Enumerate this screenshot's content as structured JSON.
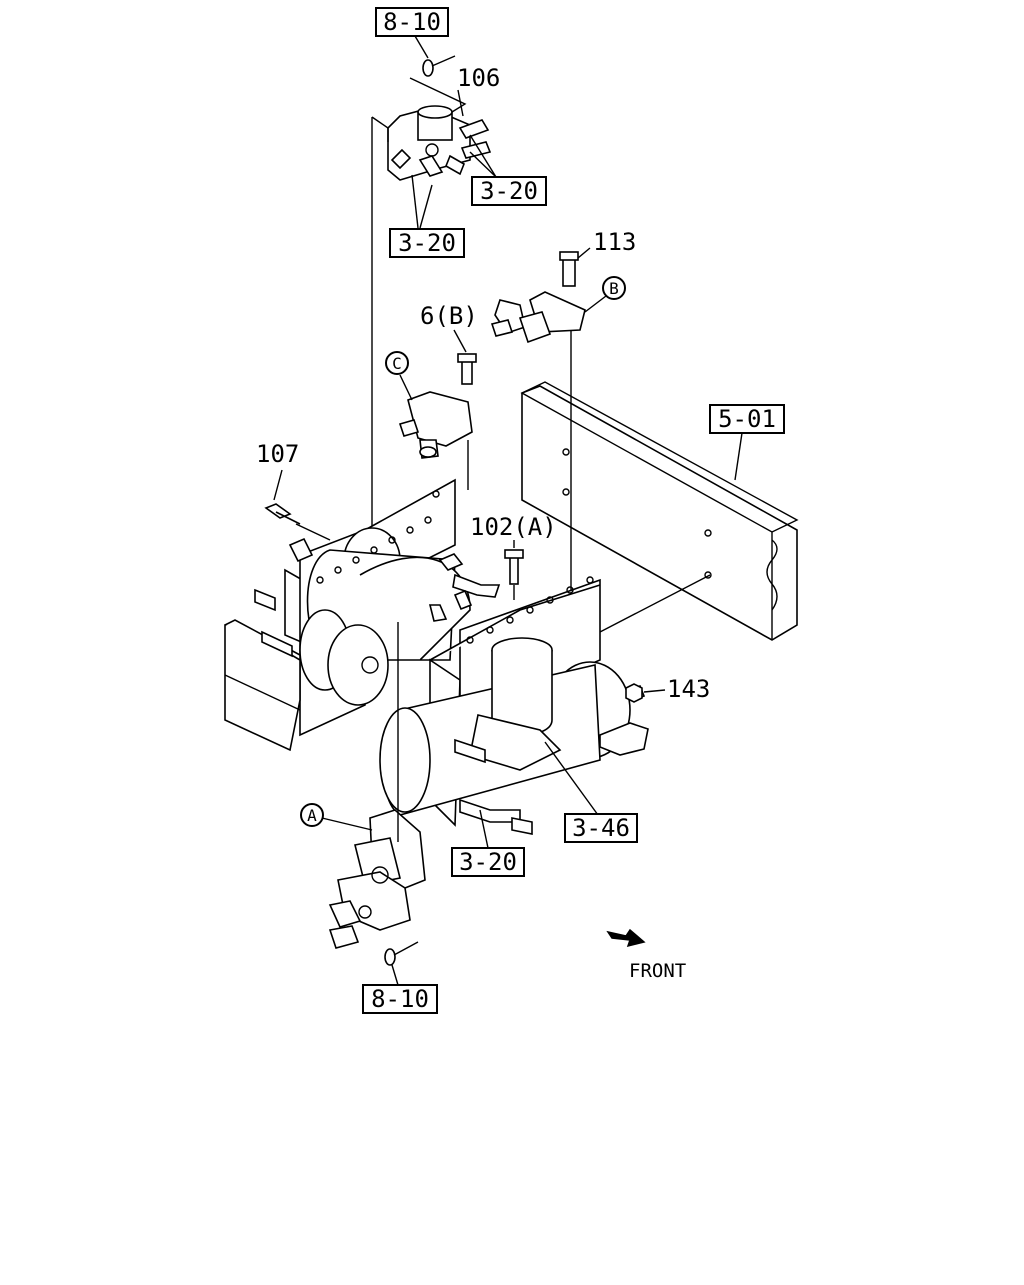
{
  "ref_boxes": {
    "top_8_10": "8-10",
    "upper_3_20_right": "3-20",
    "upper_3_20_left": "3-20",
    "frame_5_01": "5-01",
    "lower_3_46": "3-46",
    "lower_3_20": "3-20",
    "bottom_8_10": "8-10"
  },
  "part_numbers": {
    "p106": "106",
    "p113": "113",
    "p6b": "6(B)",
    "p107": "107",
    "p102a": "102(A)",
    "p143": "143"
  },
  "circle_markers": {
    "a": "A",
    "b": "B",
    "c": "C"
  },
  "orientation": {
    "front_label": "FRONT",
    "arrow_icon": "front-arrow-icon"
  }
}
